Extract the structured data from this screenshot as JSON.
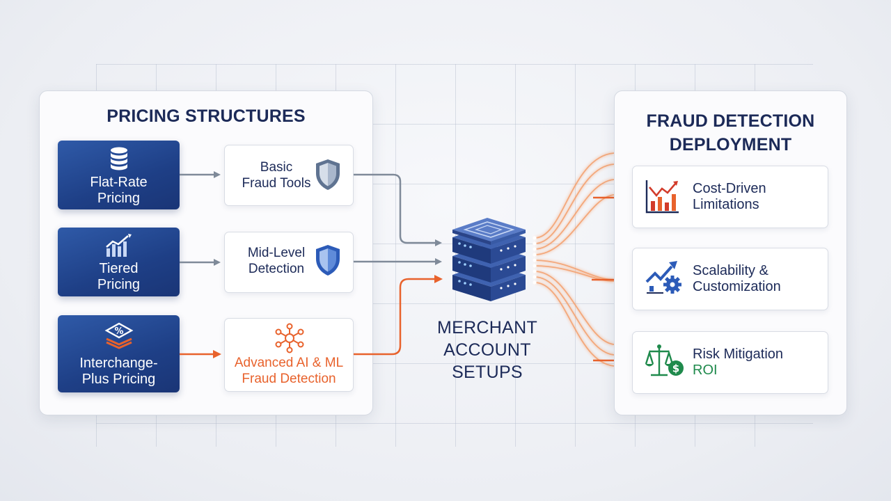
{
  "pricing_panel": {
    "title": "PRICING STRUCTURES",
    "pricing_items": [
      {
        "label": "Flat-Rate\nPricing",
        "icon": "database-stack-icon"
      },
      {
        "label": "Tiered\nPricing",
        "icon": "bar-chart-growth-icon"
      },
      {
        "label": "Interchange-\nPlus Pricing",
        "icon": "percent-layers-icon"
      }
    ],
    "fraud_items": [
      {
        "label": "Basic\nFraud Tools",
        "icon": "shield-icon"
      },
      {
        "label": "Mid-Level\nDetection",
        "icon": "shield-icon"
      },
      {
        "label": "Advanced AI & ML\nFraud Detection",
        "icon": "neural-network-icon"
      }
    ]
  },
  "center": {
    "label": "MERCHANT\nACCOUNT\nSETUPS",
    "icon": "server-stack-icon"
  },
  "deployment_panel": {
    "title": "FRAUD DETECTION\nDEPLOYMENT",
    "items": [
      {
        "label": "Cost-Driven\nLimitations",
        "icon": "bar-chart-trend-icon"
      },
      {
        "label": "Scalability &\nCustomization",
        "icon": "growth-gear-icon"
      },
      {
        "label": "Risk Mitigation\nROI",
        "icon": "balance-scale-dollar-icon"
      }
    ]
  },
  "colors": {
    "navy": "#1c2a58",
    "blue_card": "#234a96",
    "orange": "#e8622c",
    "gray_arrow": "#7f8a99",
    "green": "#1f8a4c",
    "red": "#d23b2a"
  }
}
